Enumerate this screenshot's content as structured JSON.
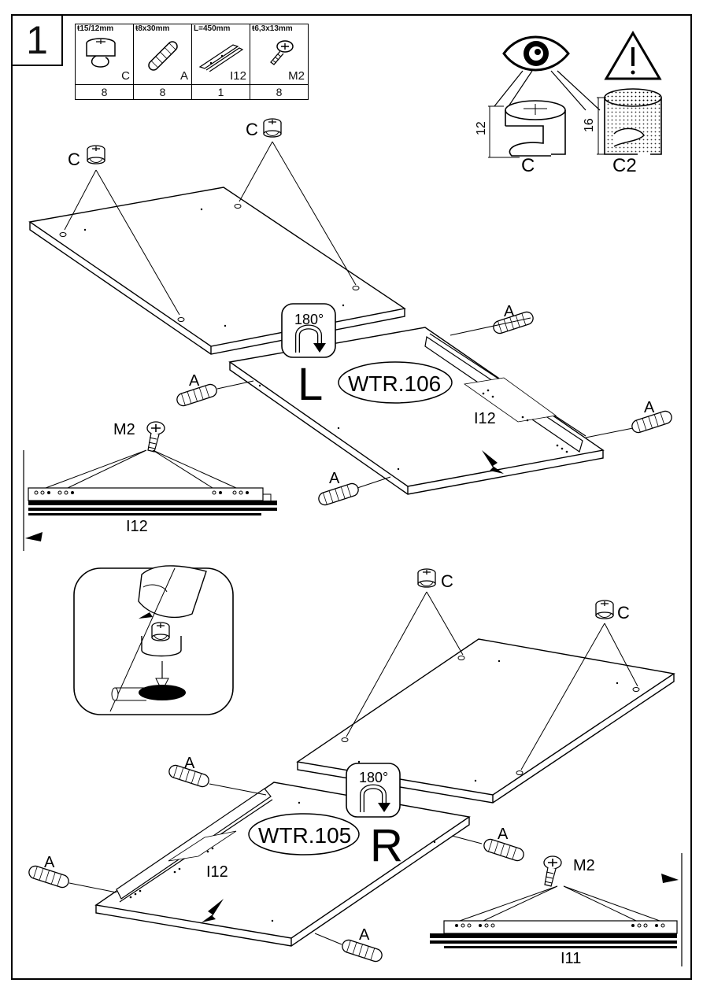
{
  "step": {
    "number": "1"
  },
  "parts": [
    {
      "dim": "ŧ15/12mm",
      "code": "C",
      "qty": "8",
      "icon": "cam-lock-icon"
    },
    {
      "dim": "ŧ8x30mm",
      "code": "A",
      "qty": "8",
      "icon": "dowel-icon"
    },
    {
      "dim": "L=450mm",
      "code": "I12",
      "qty": "1",
      "icon": "drawer-runner-icon"
    },
    {
      "dim": "ŧ6,3x13mm",
      "code": "M2",
      "qty": "8",
      "icon": "screw-icon"
    }
  ],
  "info": {
    "dim_c": "12",
    "dim_c2": "16",
    "label_c": "C",
    "label_c2": "C2"
  },
  "top": {
    "cam_label_1": "C",
    "cam_label_2": "C",
    "rotation": "180°",
    "side": "L",
    "panel_code": "WTR.106",
    "runner_label": "I12",
    "dowel_1": "A",
    "dowel_2": "A",
    "dowel_3": "A",
    "dowel_4": "A",
    "screw_label": "M2",
    "runner_detail_label": "I12"
  },
  "bottom": {
    "cam_label_1": "C",
    "cam_label_2": "C",
    "rotation": "180°",
    "side": "R",
    "panel_code": "WTR.105",
    "runner_label": "I12",
    "dowel_1": "A",
    "dowel_2": "A",
    "dowel_3": "A",
    "dowel_4": "A",
    "screw_label": "M2",
    "runner_detail_label": "I11"
  }
}
